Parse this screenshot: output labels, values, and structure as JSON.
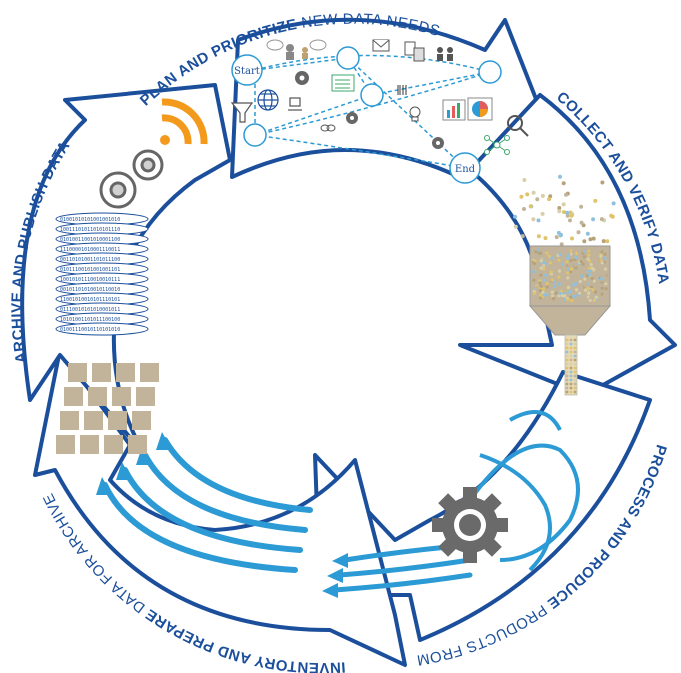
{
  "diagram": {
    "stages": [
      {
        "bold": "PLAN AND PRIORITIZE",
        "rest": " NEW DATA NEEDS"
      },
      {
        "bold": "COLLECT AND VERIFY DATA",
        "rest": ""
      },
      {
        "bold": "PROCESS AND PRODUCE",
        "rest": " PRODUCTS FROM DATA"
      },
      {
        "bold": "INVENTORY AND  PREPARE",
        "rest": " DATA FOR ARCHIVE"
      },
      {
        "bold": "ARCHIVE AND PUBLISH DATA",
        "rest": ""
      }
    ],
    "flow_nodes": {
      "start": "Start",
      "end": "End"
    },
    "binary_rows": [
      "01001010101001001010",
      "10011101011010101110",
      "01010011001010001100",
      "11100001010001110011",
      "00110101001101011100",
      "01011100101001001101",
      "10010101110010010111",
      "00101101010010110010",
      "11001010010101110101",
      "01110010101010001011",
      "10101001101011100100",
      "01001110010110101010"
    ],
    "colors": {
      "ring_outline": "#1b4f9c",
      "accent_blue": "#2c9ad4",
      "tan": "#c2b49a",
      "orange": "#f39a1c",
      "gear_gray": "#6a6a6a"
    },
    "icons": [
      "rss-icon",
      "gear-icon",
      "database-icon",
      "funnel-icon",
      "globe-icon",
      "computer-icon",
      "envelope-icon",
      "document-icon",
      "bar-chart-icon",
      "pie-chart-icon",
      "magnifier-icon",
      "network-icon",
      "lightbulb-icon",
      "people-icon",
      "grid-icon",
      "dna-helix-icon"
    ]
  }
}
